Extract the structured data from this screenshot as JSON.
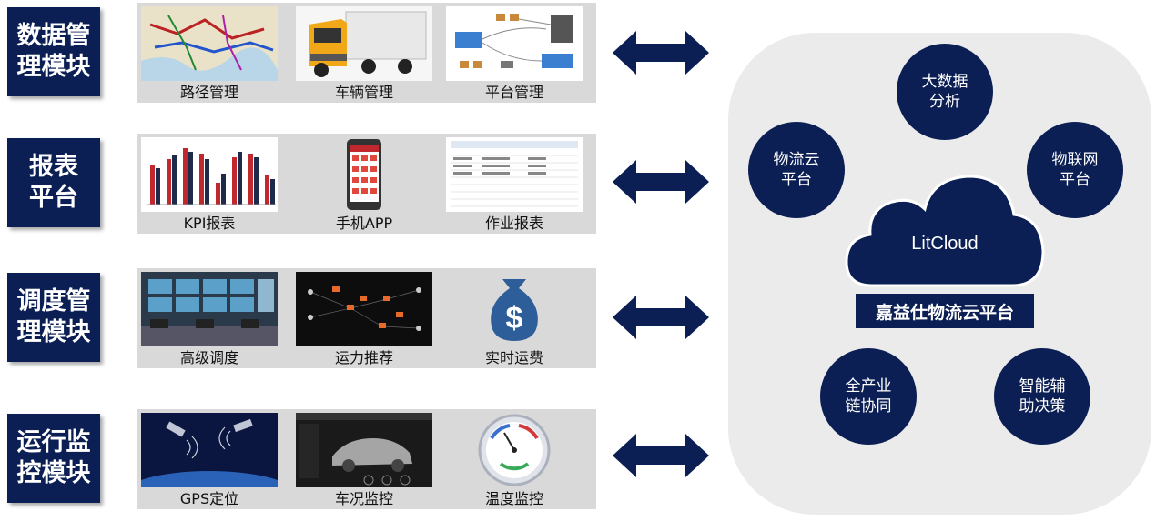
{
  "modules": [
    {
      "label": "数据管\n理模块",
      "items": [
        "路径管理",
        "车辆管理",
        "平台管理"
      ]
    },
    {
      "label": "报表\n平台",
      "items": [
        "KPI报表",
        "手机APP",
        "作业报表"
      ]
    },
    {
      "label": "调度管\n理模块",
      "items": [
        "高级调度",
        "运力推荐",
        "实时运费"
      ]
    },
    {
      "label": "运行监\n控模块",
      "items": [
        "GPS定位",
        "车况监控",
        "温度监控"
      ]
    }
  ],
  "cloud": {
    "name": "LitCloud",
    "platform": "嘉益仕物流云平台",
    "nodes": [
      "大数据\n分析",
      "物流云\n平台",
      "物联网\n平台",
      "全产业\n链协同",
      "智能辅\n助决策"
    ]
  },
  "colors": {
    "navy": "#0b1f54",
    "panel_gray": "#d9d9d9",
    "cloud_bg": "#ebebeb"
  },
  "icons": [
    "route-map-icon",
    "truck-icon",
    "platform-network-icon",
    "bar-chart-icon",
    "phone-app-icon",
    "report-table-icon",
    "control-room-icon",
    "capacity-network-icon",
    "money-bag-icon",
    "satellite-icon",
    "car-dashboard-icon",
    "thermometer-gauge-icon",
    "double-arrow-icon",
    "cloud-icon"
  ]
}
